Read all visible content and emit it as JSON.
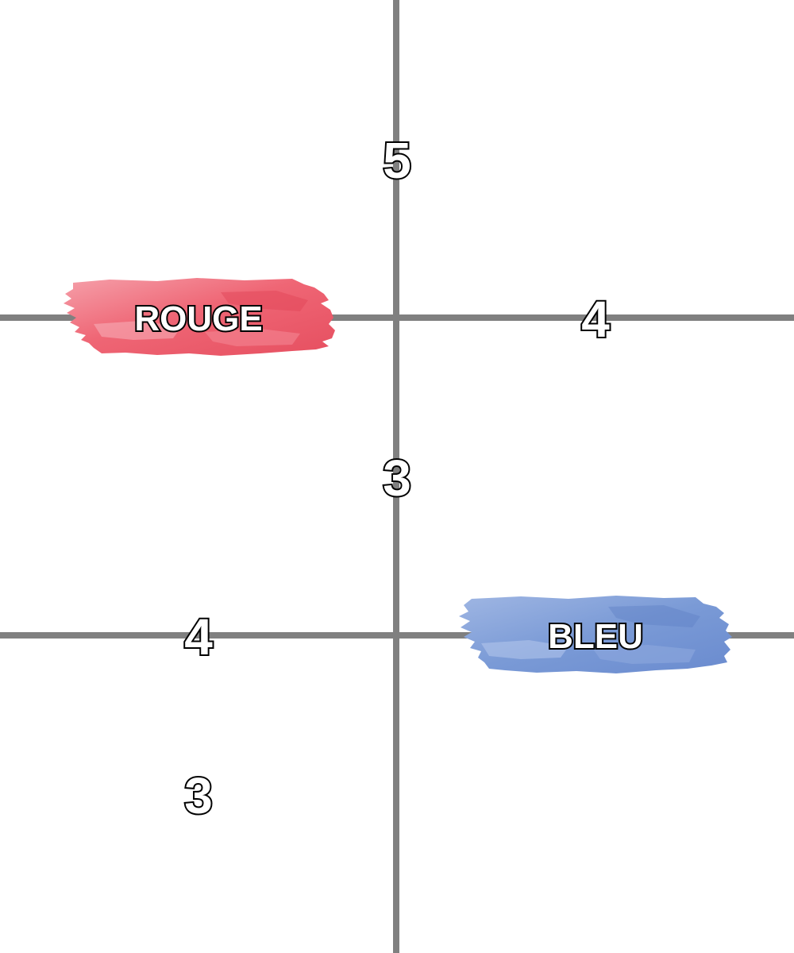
{
  "board": {
    "colors": {
      "background": "#ffffff",
      "grid_line": "#808080",
      "red_paint": "#ef6675",
      "blue_paint": "#7a9ad6",
      "text_fill": "#ffffff",
      "text_outline": "#000000"
    },
    "labels": {
      "rouge": "ROUGE",
      "bleu": "BLEU"
    },
    "numbers": {
      "top_center": "5",
      "right_upper": "4",
      "center_middle": "3",
      "left_lower": "4",
      "left_bottom": "3"
    }
  }
}
